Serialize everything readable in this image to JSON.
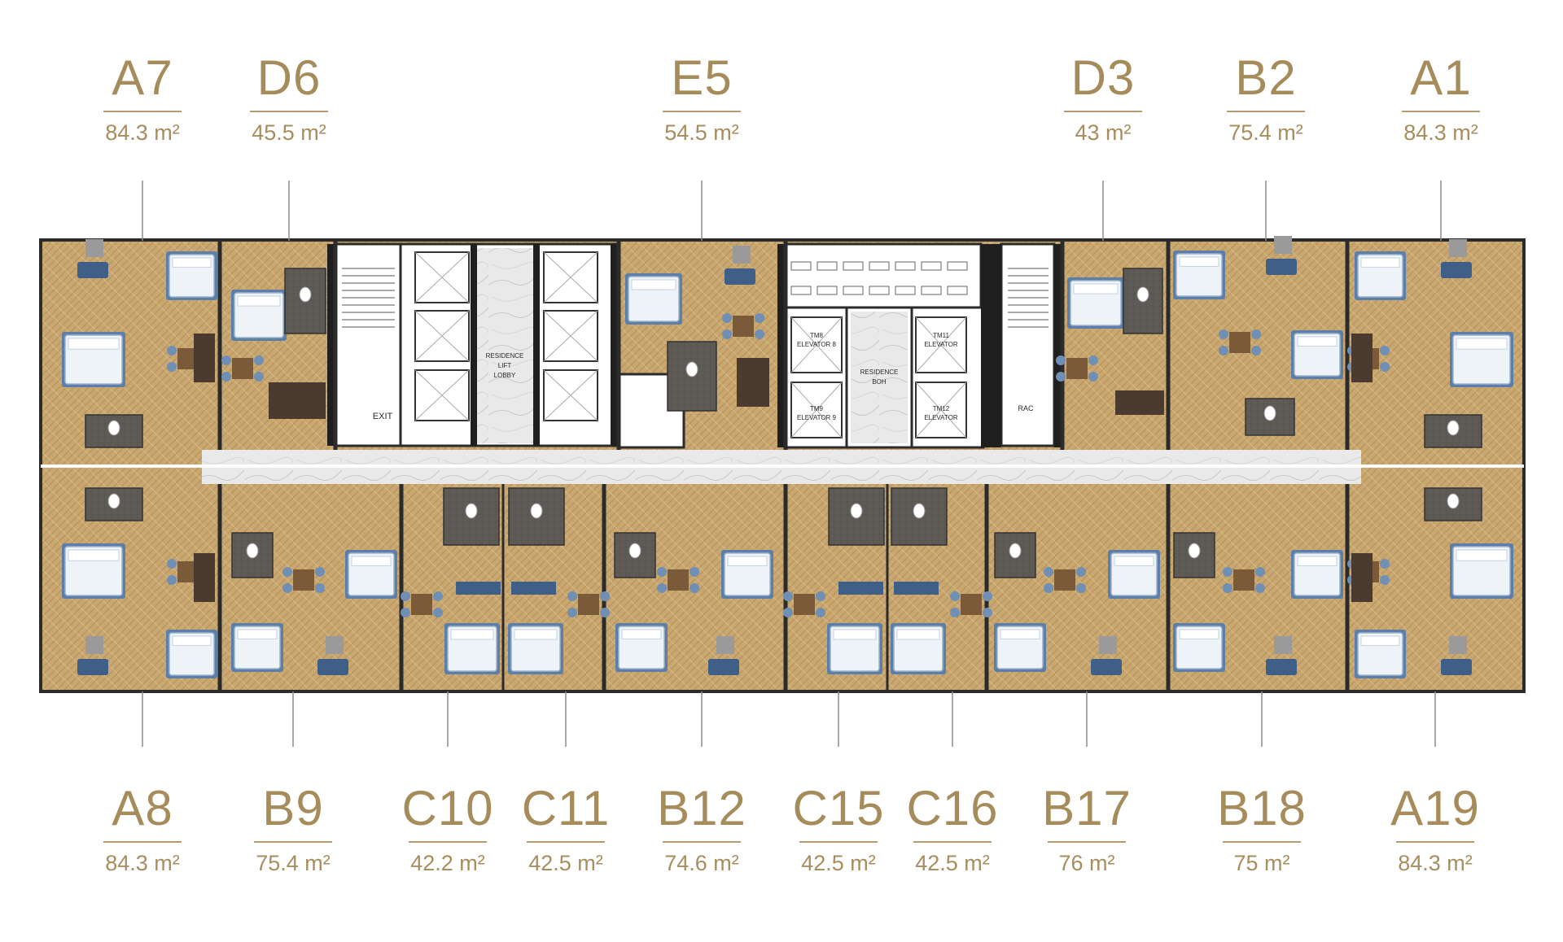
{
  "floor_plan": {
    "top_units": [
      {
        "code": "A7",
        "area": "84.3 m²"
      },
      {
        "code": "D6",
        "area": "45.5 m²"
      },
      {
        "code": "E5",
        "area": "54.5 m²"
      },
      {
        "code": "D3",
        "area": "43 m²"
      },
      {
        "code": "B2",
        "area": "75.4 m²"
      },
      {
        "code": "A1",
        "area": "84.3 m²"
      }
    ],
    "bottom_units": [
      {
        "code": "A8",
        "area": "84.3 m²"
      },
      {
        "code": "B9",
        "area": "75.4 m²"
      },
      {
        "code": "C10",
        "area": "42.2 m²"
      },
      {
        "code": "C11",
        "area": "42.5 m²"
      },
      {
        "code": "B12",
        "area": "74.6 m²"
      },
      {
        "code": "C15",
        "area": "42.5 m²"
      },
      {
        "code": "C16",
        "area": "42.5 m²"
      },
      {
        "code": "B17",
        "area": "76 m²"
      },
      {
        "code": "B18",
        "area": "75 m²"
      },
      {
        "code": "A19",
        "area": "84.3 m²"
      }
    ],
    "plan_labels": {
      "exit": "EXIT",
      "residence_lift_lobby": [
        "RESIDENCE",
        "LIFT",
        "LOBBY"
      ],
      "residence_boh": [
        "RESIDENCE",
        "BOH"
      ],
      "elevator_8": [
        "TM8",
        "ELEVATOR 8"
      ],
      "elevator_9": [
        "TM9",
        "ELEVATOR 9"
      ],
      "elevator_11": [
        "TM11",
        "ELEVATOR"
      ],
      "elevator_12": [
        "TM12",
        "ELEVATOR"
      ],
      "rac": "RAC"
    },
    "colors": {
      "label_gold": "#a68b5b",
      "parquet": "#c9a770",
      "wall": "#2b2b2b",
      "bed": "#eef3f8",
      "bathroom": "#5e5a55",
      "marble": "#e9e9e9",
      "blue_chair": "#6f8fb5"
    }
  }
}
